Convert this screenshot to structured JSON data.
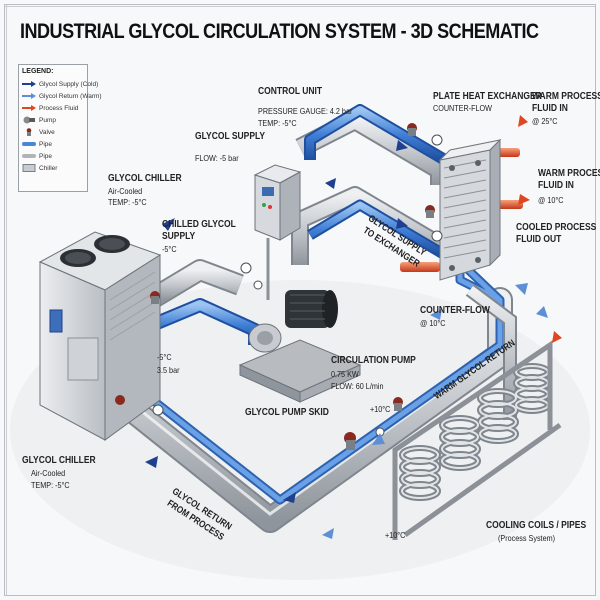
{
  "title": "INDUSTRIAL GLYCOL CIRCULATION SYSTEM - 3D SCHEMATIC",
  "legend": {
    "title": "LEGEND:",
    "items": [
      {
        "label": "Glycol Supply (Cold)",
        "color": "#1f3f8f",
        "icon": "arrow-dark-blue-icon"
      },
      {
        "label": "Glycol Return (Warm)",
        "color": "#5d8fd6",
        "icon": "arrow-light-blue-icon"
      },
      {
        "label": "Process Fluid",
        "color": "#e0461f",
        "icon": "arrow-red-icon"
      },
      {
        "label": "Pump",
        "color": "#8a8a8a",
        "icon": "pump-icon"
      },
      {
        "label": "Valve",
        "color": "#8a2a1f",
        "icon": "valve-icon"
      },
      {
        "label": "Pipe",
        "color": "#4a86d8",
        "icon": "pipe-blue-icon"
      },
      {
        "label": "Pipe",
        "color": "#b0b4b8",
        "icon": "pipe-grey-icon"
      },
      {
        "label": "Chiller",
        "color": "#c8ccd0",
        "icon": "chiller-icon"
      }
    ]
  },
  "labels": {
    "control_unit": {
      "title": "CONTROL UNIT",
      "line1": "PRESSURE GAUGE: 4.2 bar",
      "line2": "TEMP: -5°C"
    },
    "glycol_supply": {
      "title": "GLYCOL SUPPLY",
      "line1": "FLOW: -5 bar"
    },
    "phe": {
      "title": "PLATE HEAT EXCHANGER",
      "line1": "COUNTER-FLOW"
    },
    "warm_process_25": {
      "title1": "WARM PROCESS",
      "title2": "FLUID IN",
      "line1": "@ 25°C"
    },
    "warm_process_10": {
      "title1": "WARM PROCESS",
      "title2": "FLUID IN",
      "line1": "@ 10°C"
    },
    "cooled_process": {
      "title1": "COOLED PROCESS",
      "title2": "FLUID OUT"
    },
    "chiller_top": {
      "title": "GLYCOL CHILLER",
      "line1": "Air-Cooled",
      "line2": "TEMP: -5°C"
    },
    "chilled_supply": {
      "title1": "CHILLED GLYCOL",
      "title2": "SUPPLY",
      "line1": "-5°C"
    },
    "pump_out": {
      "line1": "-5°C",
      "line2": "3.5 bar"
    },
    "pump": {
      "title": "CIRCULATION PUMP",
      "line1": "0.75 KW",
      "line2": "FLOW: 60 L/min"
    },
    "skid": {
      "title": "GLYCOL PUMP SKID"
    },
    "counter_flow": {
      "title": "COUNTER-FLOW",
      "line1": "@ 10°C"
    },
    "temp_plus10_a": "+10°C",
    "temp_plus10_b": "+10°C",
    "chiller_bottom": {
      "title": "GLYCOL CHILLER",
      "line1": "Air-Cooled",
      "line2": "TEMP: -5°C"
    },
    "coils": {
      "title": "COOLING COILS / PIPES",
      "line1": "(Process System)"
    },
    "rot_supply_to_hx": {
      "line1": "GLYCOL SUPPLY",
      "line2": "TO EXCHANGER"
    },
    "rot_warm_return": "WARM GLYCOL RETURN",
    "rot_return_from": {
      "line1": "GLYCOL RETURN",
      "line2": "FROM PROCESS"
    }
  },
  "colors": {
    "supply": "#1f3f8f",
    "return": "#5d8fd6",
    "process": "#e0461f",
    "pipe_blue": "#4a86d8",
    "pipe_grey": "#c2c6cb"
  }
}
